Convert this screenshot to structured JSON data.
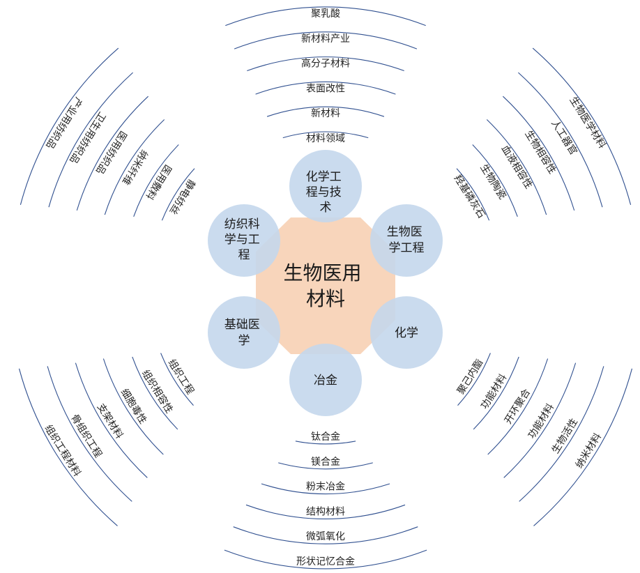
{
  "center": {
    "lines": [
      "生物医用",
      "材料"
    ]
  },
  "nodes": [
    {
      "id": "chem-eng",
      "lines": [
        "化学工",
        "程与技",
        "术"
      ]
    },
    {
      "id": "bio-eng",
      "lines": [
        "生物医",
        "学工程"
      ]
    },
    {
      "id": "chemistry",
      "lines": [
        "化学"
      ]
    },
    {
      "id": "metallurgy",
      "lines": [
        "冶金"
      ]
    },
    {
      "id": "basic-med",
      "lines": [
        "基础医",
        "学"
      ]
    },
    {
      "id": "textile",
      "lines": [
        "纺织科",
        "学与工",
        "程"
      ]
    }
  ],
  "groups": [
    {
      "id": "top",
      "labels": [
        "材料领域",
        "新材料",
        "表面改性",
        "高分子材料",
        "新材料产业",
        "聚乳酸"
      ]
    },
    {
      "id": "upper-right",
      "labels": [
        "羟基磷灰石",
        "生物陶瓷",
        "血液相容性",
        "生物相容性",
        "人工器官",
        "生物医学材料"
      ]
    },
    {
      "id": "lower-right",
      "labels": [
        "聚己内酯",
        "功能材料",
        "开环聚合",
        "功能材料",
        "生物活性",
        "纳米材料"
      ]
    },
    {
      "id": "bottom",
      "labels": [
        "钛合金",
        "镁合金",
        "粉末冶金",
        "结构材料",
        "微弧氧化",
        "形状记忆合金"
      ]
    },
    {
      "id": "lower-left",
      "labels": [
        "组织工程",
        "组织相容性",
        "细胞毒性",
        "支架材料",
        "骨组织工程",
        "组织工程材料"
      ]
    },
    {
      "id": "upper-left",
      "labels": [
        "静电纺丝",
        "医用敷料",
        "纳米纤维",
        "医用纺织品",
        "卫生用纺织品",
        "产业用纺织品"
      ]
    }
  ],
  "colors": {
    "center_fill": "#f8d5bb",
    "node_fill": "#c4d7ec",
    "arc_stroke": "#2f4f8f"
  }
}
